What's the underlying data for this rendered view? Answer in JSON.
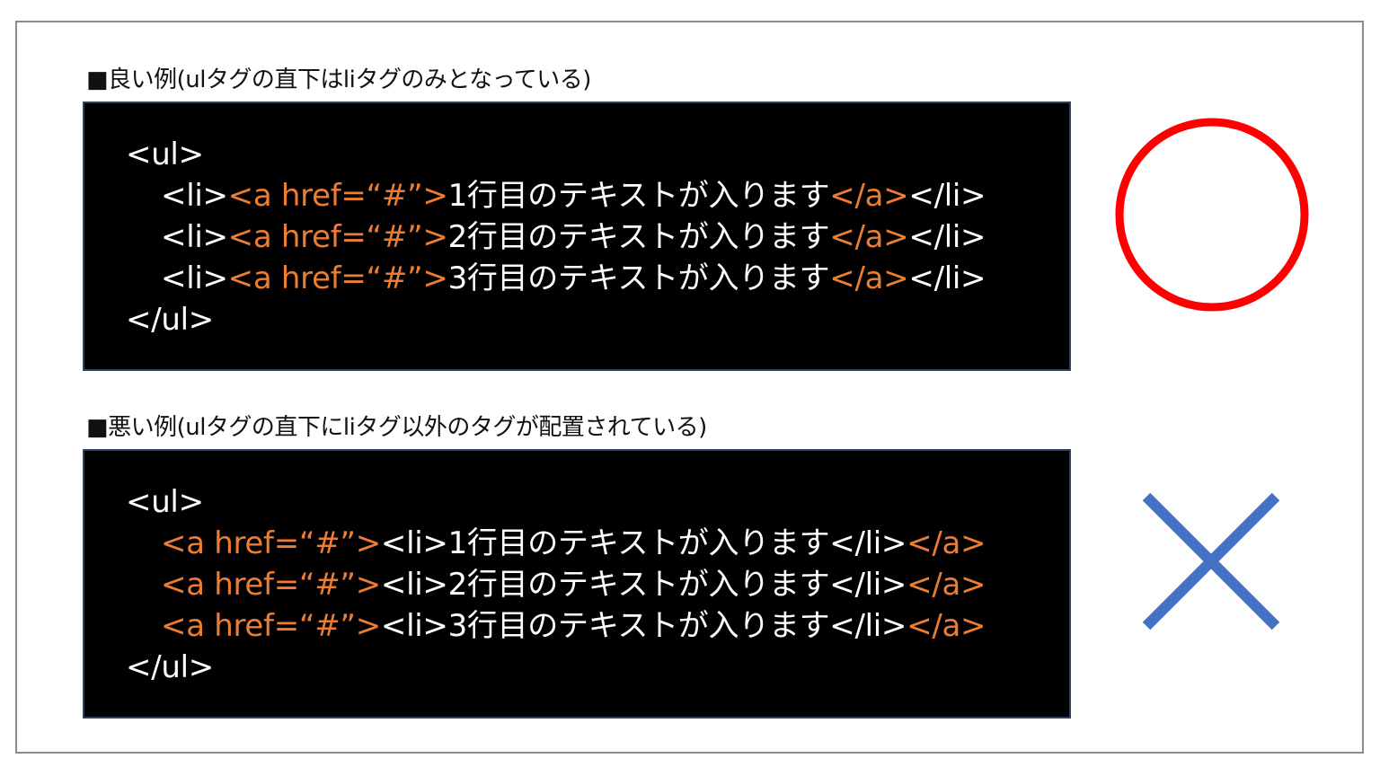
{
  "colors": {
    "code_background": "#000000",
    "code_text": "#ffffff",
    "tag_highlight": "#ed7d31",
    "good_mark": "#ff0000",
    "bad_mark": "#4472c4",
    "frame_border": "#8c8c8c"
  },
  "good_example": {
    "heading": "■良い例(ulタグの直下はliタグのみとなっている)",
    "mark_icon": "red-circle-correct",
    "lines": [
      {
        "parts": [
          "<ul>"
        ]
      },
      {
        "parts": [
          "<li>",
          "<a href=“#”>",
          "1行目のテキストが入ります",
          "</a>",
          "</li>"
        ]
      },
      {
        "parts": [
          "<li>",
          "<a href=“#”>",
          "2行目のテキストが入ります",
          "</a>",
          "</li>"
        ]
      },
      {
        "parts": [
          "<li>",
          "<a href=“#”>",
          "3行目のテキストが入ります",
          "</a>",
          "</li>"
        ]
      },
      {
        "parts": [
          "</ul>"
        ]
      }
    ]
  },
  "bad_example": {
    "heading": "■悪い例(ulタグの直下にliタグ以外のタグが配置されている)",
    "mark_icon": "blue-cross-incorrect",
    "lines": [
      {
        "parts": [
          "<ul>"
        ]
      },
      {
        "parts": [
          "<a href=“#”>",
          "<li>",
          "1行目のテキストが入ります",
          "</li>",
          "</a>"
        ]
      },
      {
        "parts": [
          "<a href=“#”>",
          "<li>",
          "2行目のテキストが入ります",
          "</li>",
          "</a>"
        ]
      },
      {
        "parts": [
          "<a href=“#”>",
          "<li>",
          "3行目のテキストが入ります",
          "</li>",
          "</a>"
        ]
      },
      {
        "parts": [
          "</ul>"
        ]
      }
    ]
  }
}
